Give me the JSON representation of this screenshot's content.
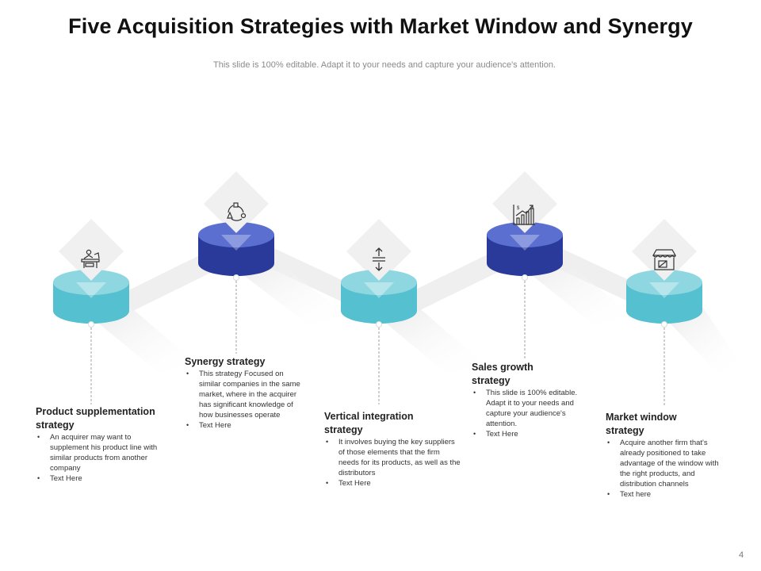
{
  "slide": {
    "title": "Five Acquisition Strategies with Market Window and Synergy",
    "subtitle": "This slide is 100% editable. Adapt it to your needs and capture your audience's attention.",
    "page_number": "4"
  },
  "colors": {
    "teal_top": "#8fd7e0",
    "teal_side": "#55c0cf",
    "navy_top": "#5b6fd1",
    "navy_side": "#2a3a9a",
    "diamond": "#f0f0f0",
    "ribbon": "#efefef",
    "dash": "#999999"
  },
  "strategies": [
    {
      "heading": "Product supplementation strategy",
      "bullets": [
        "An acquirer may want to supplement his product line with similar products from another company",
        "Text Here"
      ],
      "icon": "desk-worker-icon",
      "color": "teal"
    },
    {
      "heading": "Synergy strategy",
      "bullets": [
        "This strategy Focused on similar companies in the same market,  where in the acquirer has significant knowledge of how businesses operate",
        "Text Here"
      ],
      "icon": "cycle-icon",
      "color": "navy"
    },
    {
      "heading": "Vertical integration strategy",
      "bullets": [
        "It involves buying the key suppliers of those elements  that the firm needs for its products, as well as the distributors",
        "Text Here"
      ],
      "icon": "vertical-arrows-icon",
      "color": "teal"
    },
    {
      "heading": "Sales growth strategy",
      "bullets": [
        "This slide is 100% editable.  Adapt it to your needs and capture your audience's attention.",
        "Text Here"
      ],
      "icon": "growth-chart-icon",
      "color": "navy"
    },
    {
      "heading": "Market window strategy",
      "bullets": [
        "Acquire another firm that's already positioned to take advantage of the window with the right products, and distribution channels",
        "Text here"
      ],
      "icon": "storefront-icon",
      "color": "teal"
    }
  ]
}
